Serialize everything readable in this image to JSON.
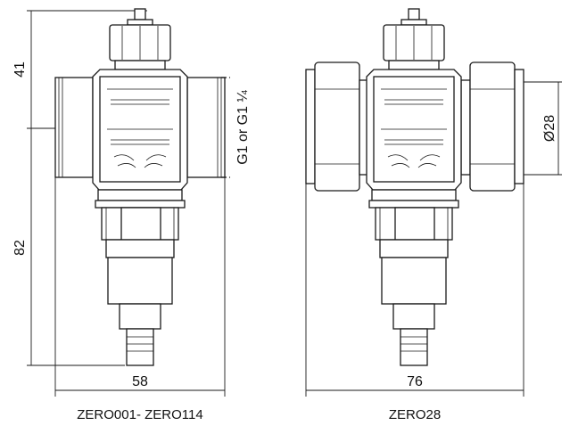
{
  "dimensions": {
    "top_height": "41",
    "bottom_height": "82",
    "width_left": "58",
    "width_right": "76",
    "thread": "G1 or G1 ¼",
    "diameter": "Ø28"
  },
  "captions": {
    "left": "ZERO001- ZERO114",
    "right": "ZERO28"
  }
}
